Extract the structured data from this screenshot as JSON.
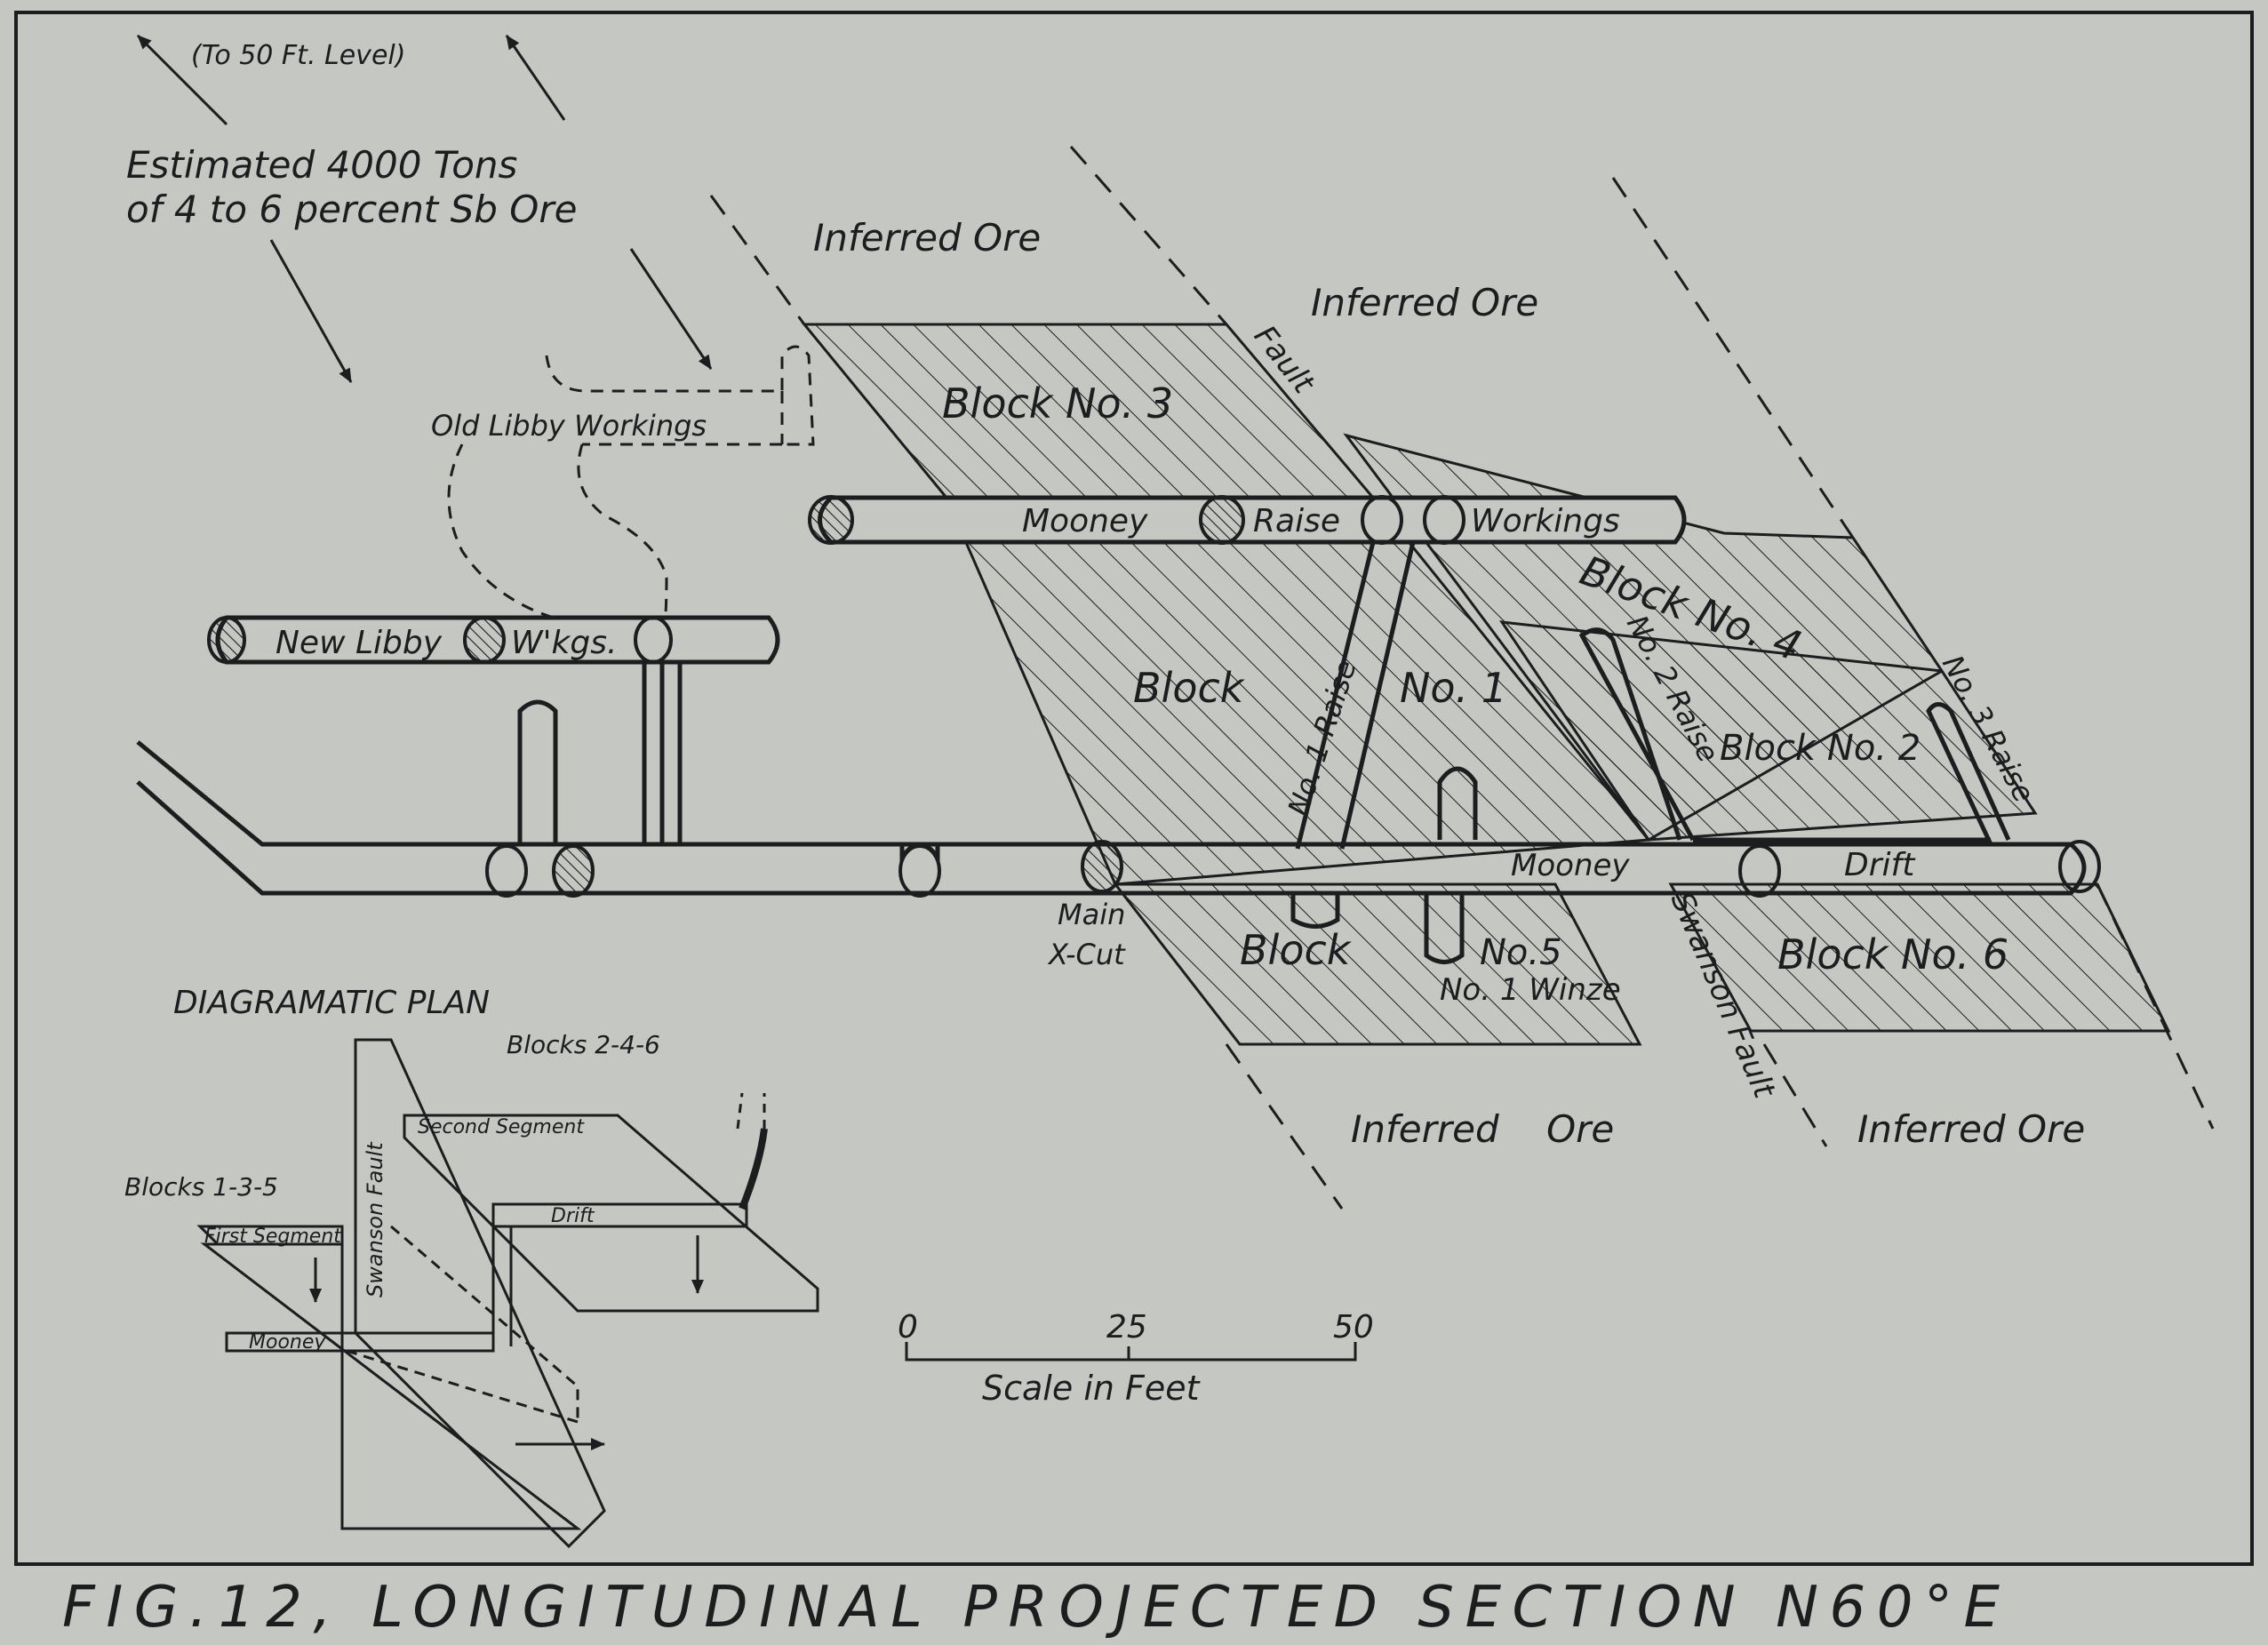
{
  "figure": {
    "title": "FIG.12, LONGITUDINAL PROJECTED SECTION N60°E"
  },
  "labels": {
    "to_50ft_level": "(To 50 Ft. Level)",
    "estimate_line1": "Estimated 4000 Tons",
    "estimate_line2": "of 4 to 6 percent Sb Ore",
    "inferred_ore": "Inferred Ore",
    "inferred_ore_spaced": "Inferred    Ore",
    "fault": "Fault",
    "old_libby_workings": "Old Libby Workings",
    "new_libby": "New Libby",
    "wkgs": "W'kgs.",
    "mooney": "Mooney",
    "raise": "Raise",
    "workings": "Workings",
    "block_no_3": "Block No. 3",
    "block_no_4": "Block No. 4",
    "block": "Block",
    "no_1": "No. 1",
    "no_1_raise": "No. 1 Raise",
    "no_2_raise": "No. 2 Raise",
    "no_3_raise": "No. 3 Raise",
    "block_no_2": "Block No. 2",
    "drift": "Drift",
    "main_line1": "Main",
    "main_line2": "X-Cut",
    "no_5": "No.5",
    "no_1_winze": "No. 1 Winze",
    "swanson_fault": "Swanson Fault",
    "block_no_6": "Block No. 6"
  },
  "plan": {
    "title": "DIAGRAMATIC PLAN",
    "blocks_246": "Blocks 2-4-6",
    "blocks_135": "Blocks 1-3-5",
    "swanson_fault": "Swanson Fault",
    "second_segment": "Second Segment",
    "first_segment": "First Segment",
    "drift": "Drift",
    "mooney": "Mooney"
  },
  "scale": {
    "tick_labels": [
      "0",
      "25",
      "50"
    ],
    "label": "Scale in Feet"
  },
  "colors": {
    "paper": "#c4c7c2",
    "ink": "#1c1d1f"
  }
}
